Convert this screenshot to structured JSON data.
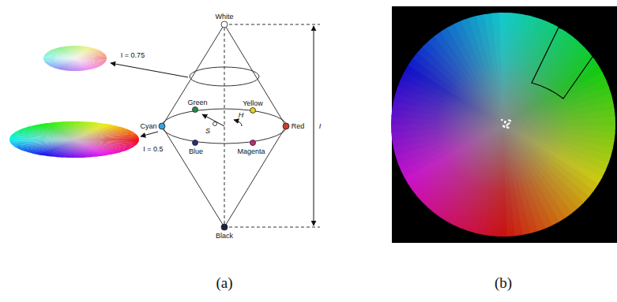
{
  "diagram": {
    "labels": [
      "White",
      "I = 0.75",
      "Green",
      "Yellow",
      "H",
      "Cyan",
      "S",
      "Red",
      "I = 0.5",
      "Blue",
      "Magenta",
      "Black",
      "I",
      "(a)",
      "(b)"
    ]
  }
}
